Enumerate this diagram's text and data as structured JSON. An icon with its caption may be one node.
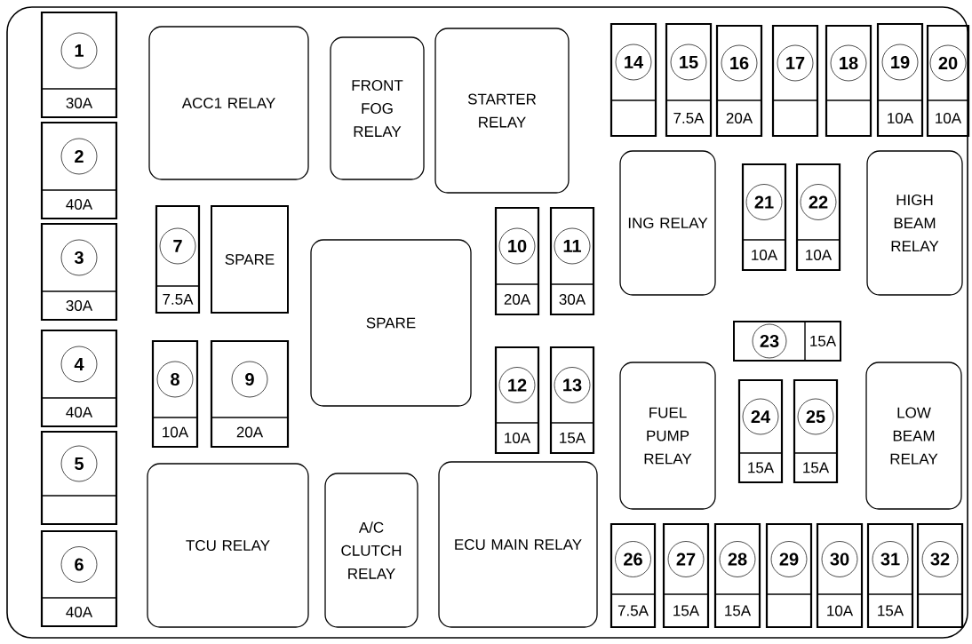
{
  "diagram": {
    "nodes": [
      {
        "text": [
          "1",
          "30A"
        ]
      },
      {
        "text": [
          "2",
          "40A"
        ]
      },
      {
        "text": [
          "3",
          "30A"
        ]
      },
      {
        "text": [
          "4",
          "40A"
        ]
      },
      {
        "text": [
          "5"
        ]
      },
      {
        "text": [
          "6",
          "40A"
        ]
      },
      {
        "text": [
          "ACC1 RELAY"
        ]
      },
      {
        "text": [
          "FRONT FOG RELAY"
        ]
      },
      {
        "text": [
          "STARTER RELAY"
        ]
      },
      {
        "text": [
          "14"
        ]
      },
      {
        "text": [
          "15",
          "7.5A"
        ]
      },
      {
        "text": [
          "16",
          "20A"
        ]
      },
      {
        "text": [
          "17"
        ]
      },
      {
        "text": [
          "18"
        ]
      },
      {
        "text": [
          "19",
          "10A"
        ]
      },
      {
        "text": [
          "20",
          "10A"
        ]
      },
      {
        "text": [
          "7",
          "7.5A"
        ]
      },
      {
        "text": [
          "SPARE"
        ]
      },
      {
        "text": [
          "10",
          "20A"
        ]
      },
      {
        "text": [
          "11",
          "30A"
        ]
      },
      {
        "text": [
          "ING RELAY"
        ]
      },
      {
        "text": [
          "21",
          "10A"
        ]
      },
      {
        "text": [
          "22",
          "10A"
        ]
      },
      {
        "text": [
          "HIGH BEAM RELAY"
        ]
      },
      {
        "text": [
          "SPARE"
        ]
      },
      {
        "text": [
          "23",
          "15A"
        ]
      },
      {
        "text": [
          "8",
          "10A"
        ]
      },
      {
        "text": [
          "9",
          "20A"
        ]
      },
      {
        "text": [
          "12",
          "10A"
        ]
      },
      {
        "text": [
          "13",
          "15A"
        ]
      },
      {
        "text": [
          "FUEL PUMP RELAY"
        ]
      },
      {
        "text": [
          "24",
          "15A"
        ]
      },
      {
        "text": [
          "25",
          "15A"
        ]
      },
      {
        "text": [
          "LOW BEAM RELAY"
        ]
      },
      {
        "text": [
          "TCU RELAY"
        ]
      },
      {
        "text": [
          "A/C CLUTCH RELAY"
        ]
      },
      {
        "text": [
          "ECU MAIN RELAY"
        ]
      },
      {
        "text": [
          "26",
          "7.5A"
        ]
      },
      {
        "text": [
          "27",
          "15A"
        ]
      },
      {
        "text": [
          "28",
          "15A"
        ]
      },
      {
        "text": [
          "29"
        ]
      },
      {
        "text": [
          "30",
          "10A"
        ]
      },
      {
        "text": [
          "31",
          "15A"
        ]
      },
      {
        "text": [
          "32"
        ]
      }
    ]
  }
}
